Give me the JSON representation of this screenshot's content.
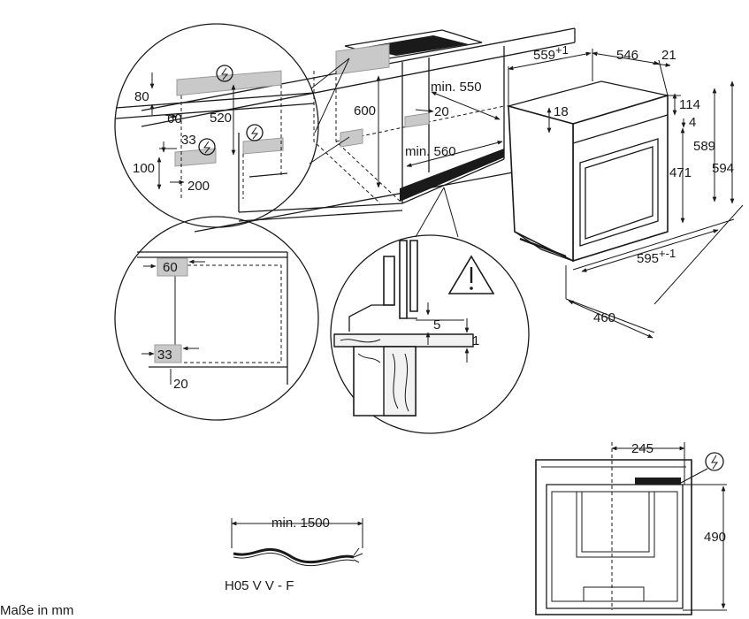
{
  "caption": {
    "units": "Maße in mm"
  },
  "oven_dims": {
    "depth_total": "559",
    "depth_tol": "+1",
    "depth_body": "546",
    "front": "21",
    "top_gap": "18",
    "h114": "114",
    "h4": "4",
    "h471": "471",
    "h589": "589",
    "h594": "594",
    "width": "595",
    "width_tol": "+-1",
    "d460": "460"
  },
  "cabinet_dims": {
    "h600": "600",
    "min550": "min. 550",
    "d20": "20",
    "min560": "min. 560"
  },
  "detail_top": {
    "d80": "80",
    "d60": "60",
    "d520": "520",
    "d33": "33",
    "d100": "100",
    "d200": "200"
  },
  "detail_left": {
    "d60": "60",
    "d33": "33",
    "d20": "20"
  },
  "detail_install": {
    "d5": "5",
    "d1": "1"
  },
  "cable": {
    "length": "min. 1500",
    "type": "H05 V V - F"
  },
  "back_view": {
    "w245": "245",
    "h490": "490"
  }
}
